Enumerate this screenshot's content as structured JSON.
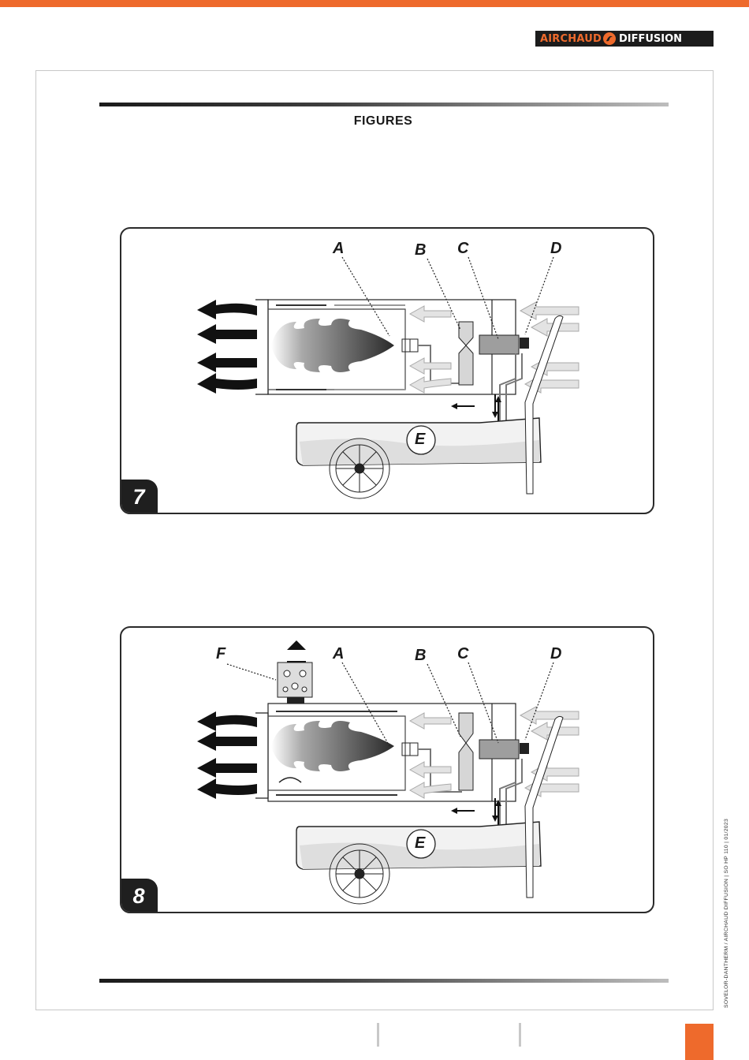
{
  "header": {
    "brand_left": "AIRCHAUD",
    "brand_right": "DIFFUSION",
    "logo_icon": "flame-swirl-icon"
  },
  "page_title": "FIGURES",
  "figures": [
    {
      "number": "7",
      "labels": {
        "a": "A",
        "b": "B",
        "c": "C",
        "d": "D",
        "e": "E"
      }
    },
    {
      "number": "8",
      "labels": {
        "a": "A",
        "b": "B",
        "c": "C",
        "d": "D",
        "e": "E",
        "f": "F"
      }
    }
  ],
  "side_note": "SOVELOR-DANTHERM / AIRCHAUD DIFFUSION | SO HP 110 | 01/2023",
  "colors": {
    "accent": "#ee6a2c",
    "dark": "#1c1c1c",
    "rule_light": "#bdbdbd"
  }
}
